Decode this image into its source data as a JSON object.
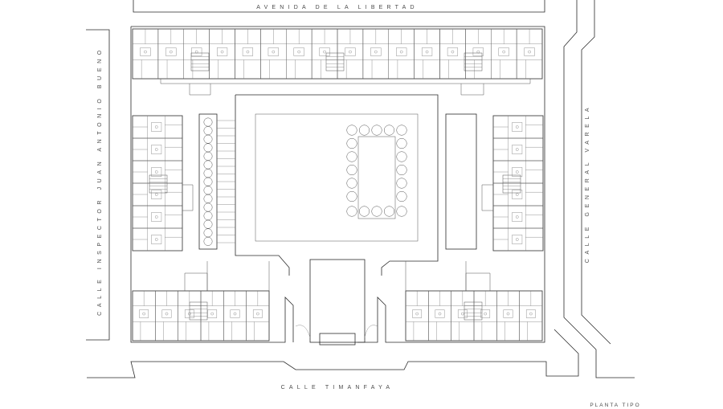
{
  "labels": {
    "north_street": "AVENIDA DE LA LIBERTAD",
    "west_street": "CALLE INSPECTOR JUAN ANTONIO BUENO",
    "east_street": "CALLE GENERAL VARELA",
    "south_street": "CALLE TIMANFAYA",
    "caption": "PLANTA TIPO"
  },
  "plan": {
    "tree_grid": {
      "columns": 5,
      "rows": 7
    },
    "tree_row_count": 15
  }
}
